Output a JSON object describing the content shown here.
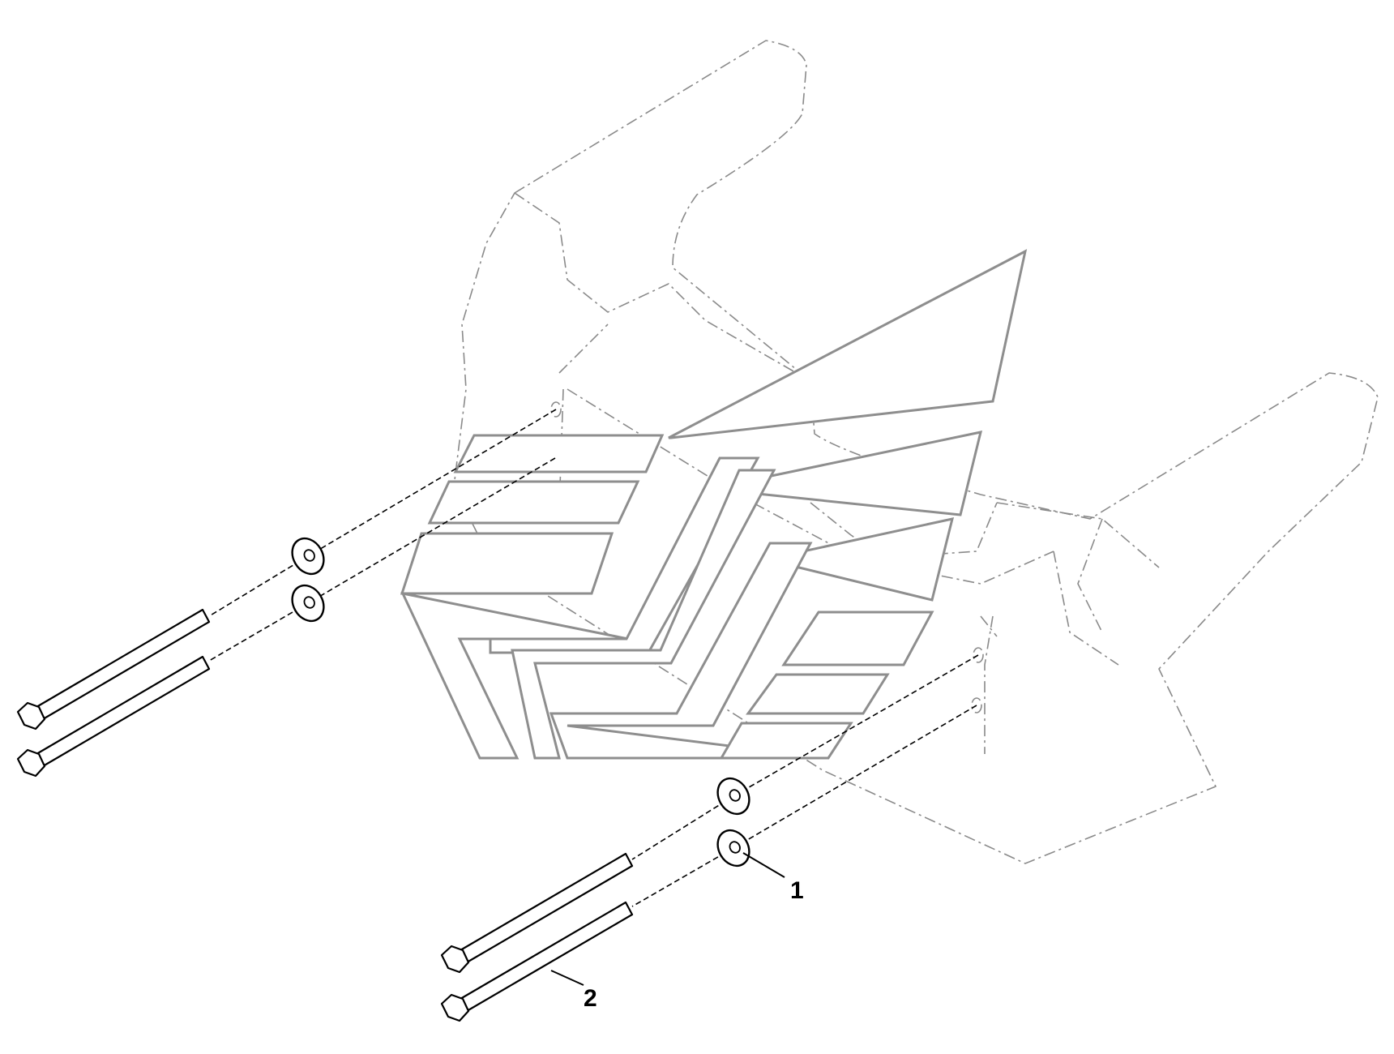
{
  "diagram": {
    "callouts": [
      {
        "id": "item-1",
        "label": "1",
        "part": "washer"
      },
      {
        "id": "item-2",
        "label": "2",
        "part": "bolt"
      }
    ],
    "parts": {
      "washers": 4,
      "bolts": 4
    },
    "colors": {
      "line": "#000000",
      "phantom": "#8a8a8a",
      "weight_outline": "#8e8e8e",
      "background": "#ffffff"
    }
  }
}
